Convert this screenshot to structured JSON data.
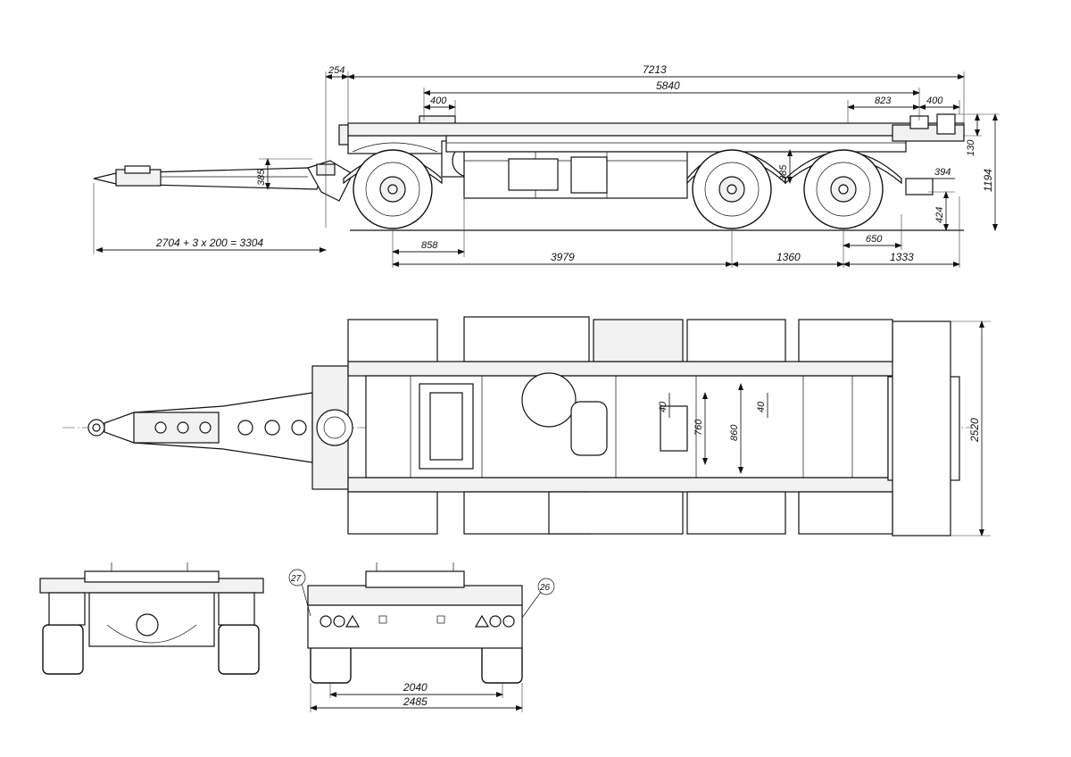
{
  "side_view": {
    "dims": {
      "overall_length": "7213",
      "front_overhang": "254",
      "platform_length": "5840",
      "twistlock_front": "400",
      "rear_spacing": "823",
      "twistlock_rear": "400",
      "rear_top": "130",
      "overall_height": "1194",
      "drawbar_height": "385",
      "frame_height_rear": "385",
      "rear_bumper_height": "394",
      "coupling_height": "424",
      "drawbar_length": "2704  + 3 x 200 = 3304",
      "front_axle_offset": "858",
      "wheelbase": "3979",
      "axle_spread": "1360",
      "rear_overhang": "1333",
      "rear_wheel_offset": "650"
    }
  },
  "top_view": {
    "dims": {
      "overall_width": "2520",
      "frame_width_outer": "860",
      "frame_width_inner": "760",
      "rail_gap_a": "40",
      "rail_gap_b": "40"
    }
  },
  "rear_view": {
    "callouts": {
      "left": "27",
      "right": "26"
    },
    "dims": {
      "track": "2040",
      "overall_width": "2485"
    }
  }
}
